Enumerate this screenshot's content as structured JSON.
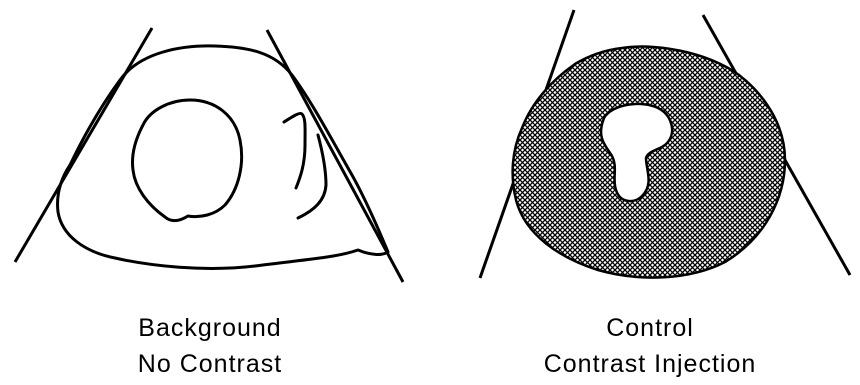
{
  "panels": [
    {
      "caption_line1": "Background",
      "caption_line2": "No Contrast",
      "fill": "none"
    },
    {
      "caption_line1": "Control",
      "caption_line2": "Contrast Injection",
      "fill": "crosshatch"
    }
  ],
  "colors": {
    "ink": "#000000",
    "background": "#ffffff"
  }
}
